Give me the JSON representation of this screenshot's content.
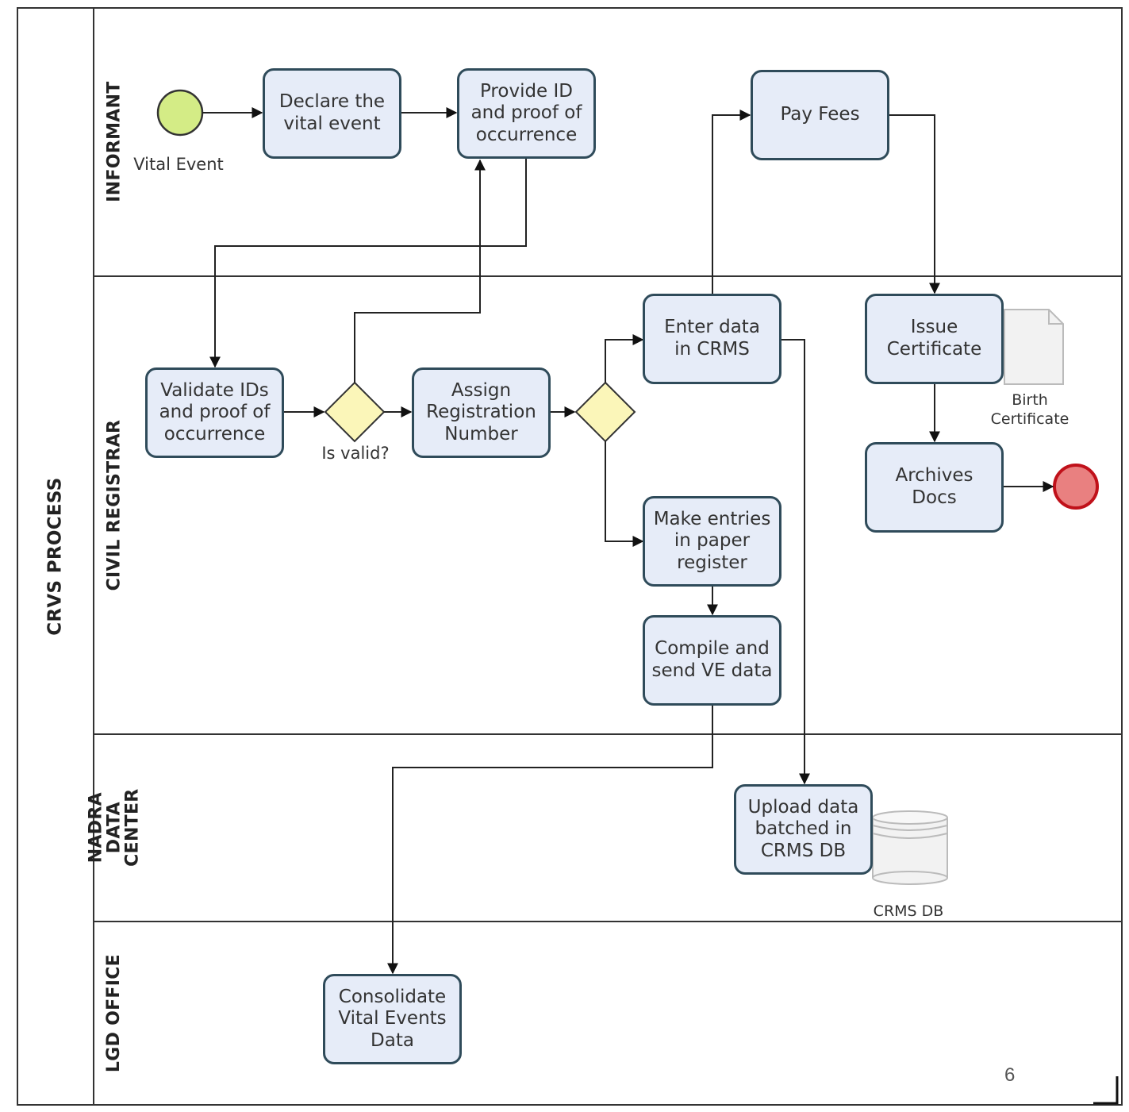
{
  "pool": {
    "title": "CRVS PROCESS"
  },
  "lanes": {
    "informant": "INFORMANT",
    "registrar": "CIVIL REGISTRAR",
    "nadra": "NADRA\nDATA CENTER",
    "lgd": "LGD OFFICE"
  },
  "events": {
    "start_label": "Vital Event",
    "start_color": "#d4ec86",
    "end_color": "#e98080"
  },
  "tasks": {
    "declare": "Declare the\nvital event",
    "provide_id": "Provide ID\nand proof of\noccurrence",
    "pay_fees": "Pay Fees",
    "validate": "Validate IDs\nand proof of\noccurrence",
    "assign": "Assign\nRegistration\nNumber",
    "enter_data": "Enter data\nin CRMS",
    "issue_cert": "Issue\nCertificate",
    "archives": "Archives\nDocs",
    "paper_register": "Make entries\nin paper\nregister",
    "compile": "Compile and\nsend VE data",
    "upload": "Upload data\nbatched in\nCRMS DB",
    "consolidate": "Consolidate\nVital Events\nData"
  },
  "gateways": {
    "valid_label": "Is valid?",
    "fill": "#fbf6b9"
  },
  "artifacts": {
    "document_label": "Birth\nCertificate",
    "database_label": "CRMS DB"
  },
  "page_number": "6"
}
